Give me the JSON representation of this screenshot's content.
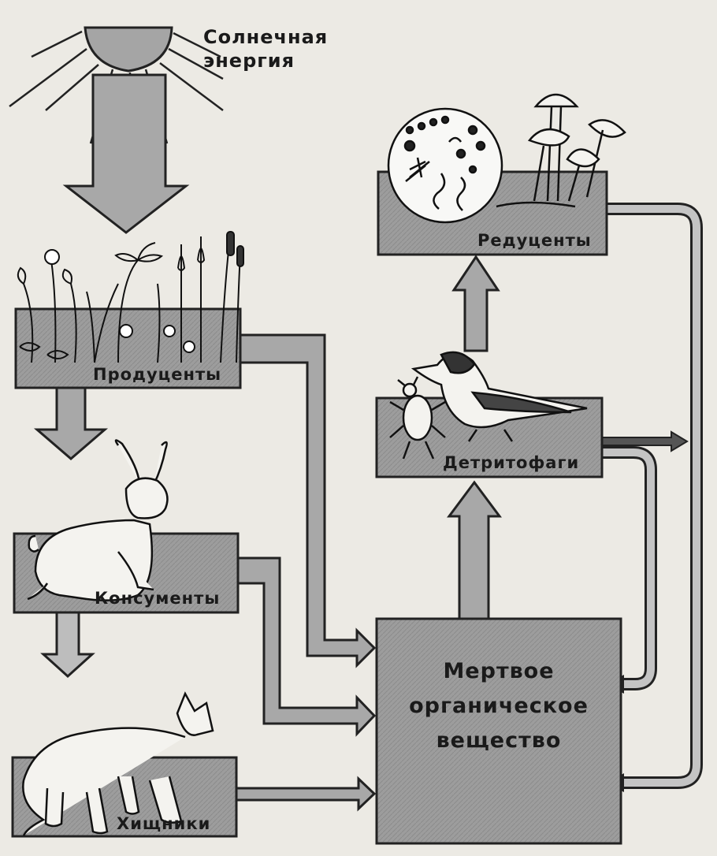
{
  "sun": {
    "label_line1": "Солнечная",
    "label_line2": "энергия"
  },
  "boxes": {
    "producers": "Продуценты",
    "consumers": "Консументы",
    "predators": "Хищники",
    "decomposers": "Редуценты",
    "detritivores": "Детритофаги"
  },
  "dead_matter": {
    "line1": "Мертвое",
    "line2": "органическое",
    "line3": "вещество"
  },
  "colors": {
    "box_fill": "#9a9a9a",
    "arrow_fill": "#a8a8a8",
    "outline": "#222222",
    "background": "#eceae4"
  },
  "icons": [
    "sun-icon",
    "plants-icon",
    "hare-icon",
    "wolf-icon",
    "microbes-icon",
    "mushrooms-icon",
    "bird-icon",
    "beetle-icon"
  ]
}
